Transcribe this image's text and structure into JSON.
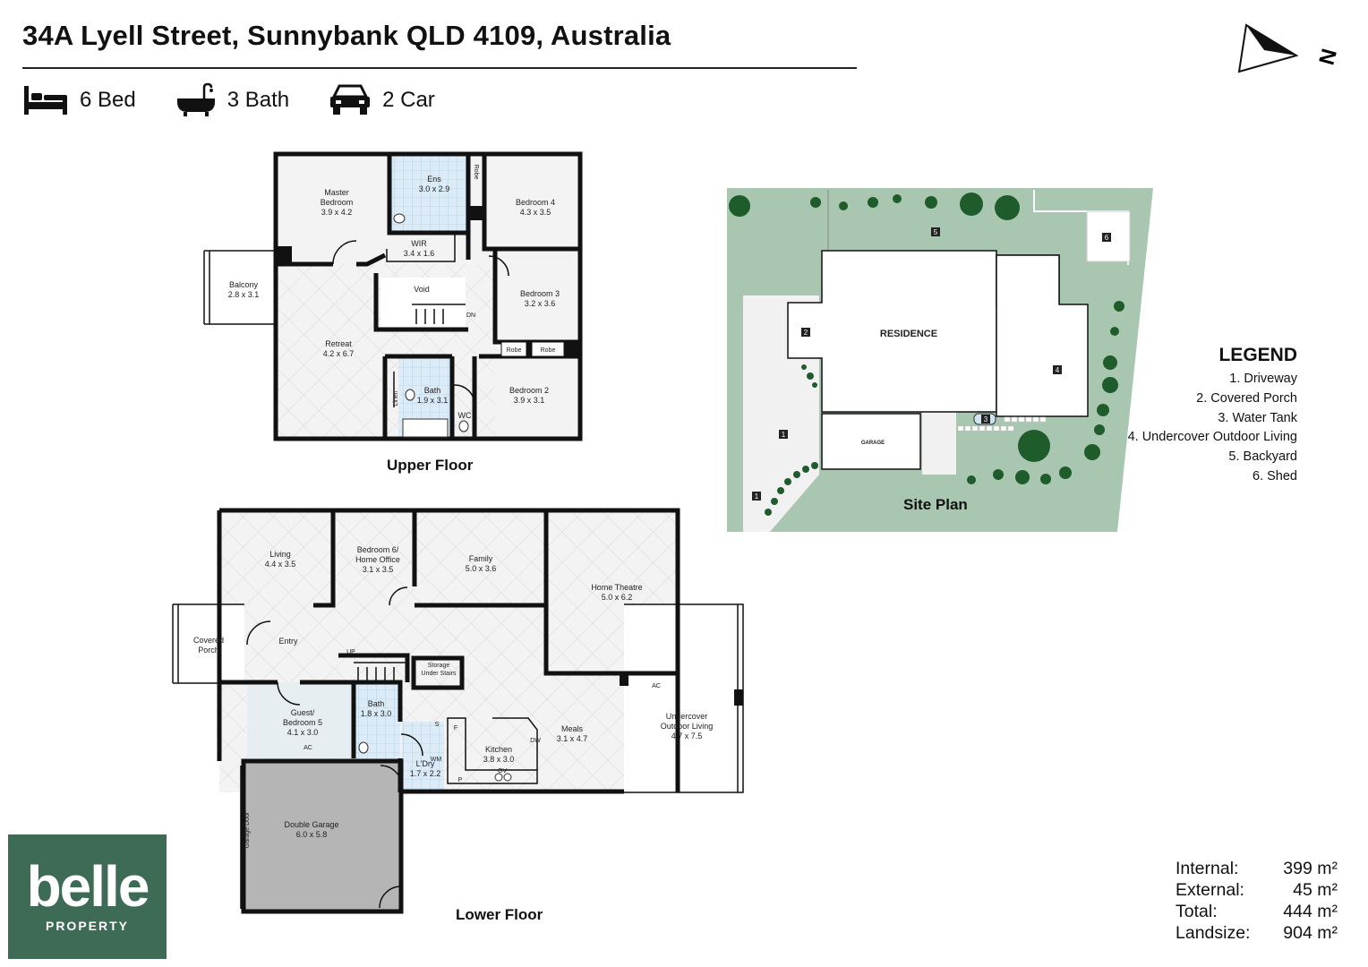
{
  "header": {
    "title": "34A Lyell Street, Sunnybank QLD 4109, Australia",
    "features": [
      {
        "icon": "bed-icon",
        "label": "6 Bed"
      },
      {
        "icon": "bath-icon",
        "label": "3 Bath"
      },
      {
        "icon": "car-icon",
        "label": "2 Car"
      }
    ],
    "compass": "N"
  },
  "upper_floor": {
    "label": "Upper Floor",
    "rooms": {
      "master": {
        "name": "Master",
        "name2": "Bedroom",
        "size": "3.9 x 4.2"
      },
      "ens": {
        "name": "Ens",
        "size": "3.0 x 2.9"
      },
      "robe_top": "Robe",
      "bedroom4": {
        "name": "Bedroom 4",
        "size": "4.3 x 3.5"
      },
      "wir": {
        "name": "WIR",
        "size": "3.4 x 1.6"
      },
      "balcony": {
        "name": "Balcony",
        "size": "2.8 x 3.1"
      },
      "void": "Void",
      "dn": "DN",
      "bedroom3": {
        "name": "Bedroom 3",
        "size": "3.2 x 3.6"
      },
      "retreat": {
        "name": "Retreat",
        "size": "4.2 x 6.7"
      },
      "robe_a": "Robe",
      "robe_b": "Robe",
      "bath": {
        "name": "Bath",
        "size": "1.9 x 3.1"
      },
      "linen": "Linen",
      "wc": "WC",
      "bedroom2": {
        "name": "Bedroom 2",
        "size": "3.9 x 3.1"
      }
    }
  },
  "lower_floor": {
    "label": "Lower Floor",
    "rooms": {
      "living": {
        "name": "Living",
        "size": "4.4 x 3.5"
      },
      "bed6": {
        "name": "Bedroom 6/",
        "name2": "Home Office",
        "size": "3.1 x 3.5"
      },
      "family": {
        "name": "Family",
        "size": "5.0 x 3.6"
      },
      "theatre": {
        "name": "Home Theatre",
        "size": "5.0 x 6.2"
      },
      "porch": {
        "name": "Covered",
        "name2": "Porch"
      },
      "entry": "Entry",
      "up": "UP",
      "storage": {
        "name": "Storage",
        "name2": "Under Stairs"
      },
      "guest": {
        "name": "Guest/",
        "name2": "Bedroom 5",
        "size": "4.1 x 3.0"
      },
      "bath": {
        "name": "Bath",
        "size": "1.8 x 3.0"
      },
      "ac1": "AC",
      "ac2": "AC",
      "s": "S",
      "f": "F",
      "wm": "WM",
      "ldry": {
        "name": "L'Dry",
        "size": "1.7 x 2.2"
      },
      "kitchen": {
        "name": "Kitchen",
        "size": "3.8 x 3.0"
      },
      "dw": "DW",
      "ov": "OV",
      "p": "P",
      "meals": {
        "name": "Meals",
        "size": "3.1 x 4.7"
      },
      "outdoor": {
        "name": "Undercover",
        "name2": "Outdoor Living",
        "size": "4.7 x 7.5"
      },
      "garage_door": "Garage Door",
      "garage": {
        "name": "Double Garage",
        "size": "6.0 x 5.8"
      }
    }
  },
  "site_plan": {
    "label": "Site Plan",
    "residence": "RESIDENCE",
    "garage": "GARAGE",
    "markers": [
      "1",
      "1",
      "2",
      "3",
      "4",
      "5",
      "6"
    ],
    "lawn_color": "#a8c6b0",
    "tree_color": "#1f5c2c"
  },
  "legend": {
    "title": "LEGEND",
    "items": [
      "1. Driveway",
      "2. Covered Porch",
      "3. Water Tank",
      "4. Undercover Outdoor Living",
      "5. Backyard",
      "6. Shed"
    ]
  },
  "areas": [
    {
      "label": "Internal:",
      "value": "399 m²"
    },
    {
      "label": "External:",
      "value": "45 m²"
    },
    {
      "label": "Total:",
      "value": "444 m²"
    },
    {
      "label": "Landsize:",
      "value": "904 m²"
    }
  ],
  "logo": {
    "brand": "belle",
    "sub": "PROPERTY",
    "color": "#3d6b56"
  }
}
